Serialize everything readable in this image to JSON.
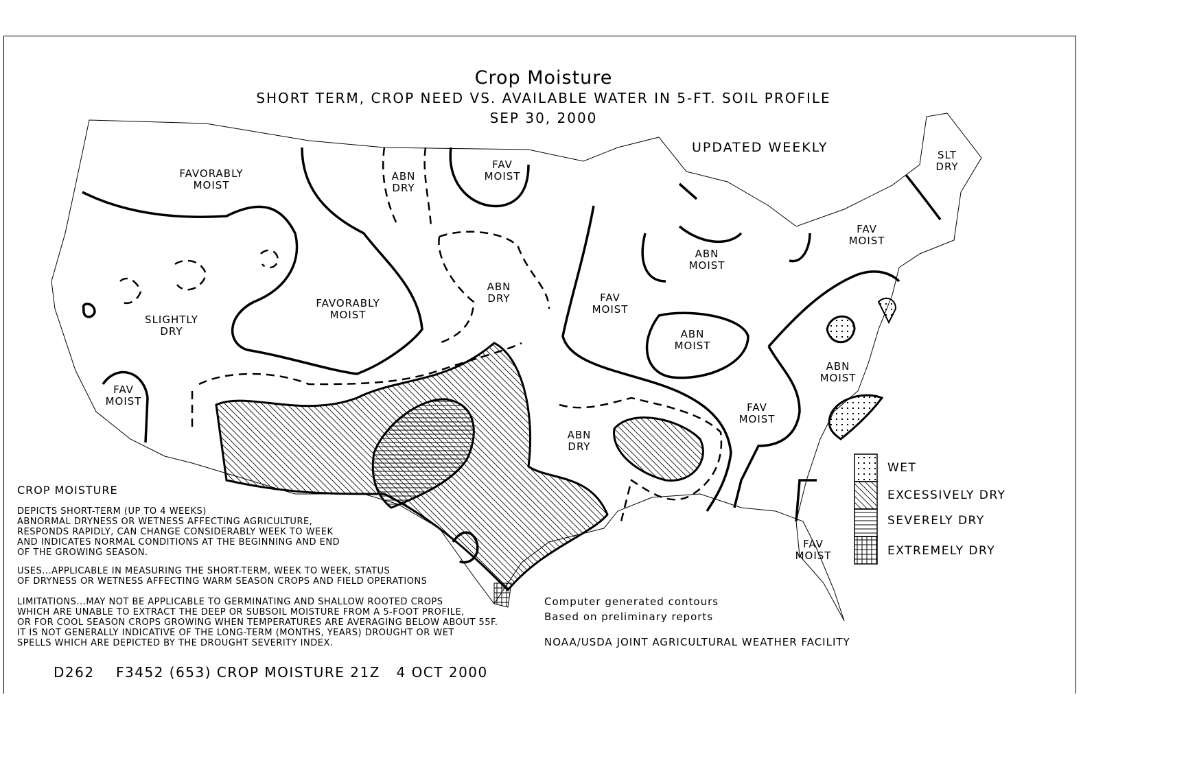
{
  "title": "Crop Moisture",
  "subtitle": "SHORT TERM, CROP NEED VS. AVAILABLE WATER IN 5-FT. SOIL PROFILE",
  "date": "SEP 30, 2000",
  "updated": "UPDATED WEEKLY",
  "regions": [
    {
      "l1": "FAVORABLY",
      "l2": "MOIST"
    },
    {
      "l1": "ABN",
      "l2": "DRY"
    },
    {
      "l1": "FAV",
      "l2": "MOIST"
    },
    {
      "l1": "SLT",
      "l2": "DRY"
    },
    {
      "l1": "FAV",
      "l2": "MOIST"
    },
    {
      "l1": "ABN",
      "l2": "MOIST"
    },
    {
      "l1": "ABN",
      "l2": "DRY"
    },
    {
      "l1": "FAVORABLY",
      "l2": "MOIST"
    },
    {
      "l1": "FAV",
      "l2": "MOIST"
    },
    {
      "l1": "SLIGHTLY",
      "l2": "DRY"
    },
    {
      "l1": "ABN",
      "l2": "MOIST"
    },
    {
      "l1": "ABN",
      "l2": "MOIST"
    },
    {
      "l1": "FAV",
      "l2": "MOIST"
    },
    {
      "l1": "FAV",
      "l2": "MOIST"
    },
    {
      "l1": "ABN",
      "l2": "DRY"
    },
    {
      "l1": "FAV",
      "l2": "MOIST"
    }
  ],
  "legend": [
    {
      "label": "WET",
      "pattern": "dots"
    },
    {
      "label": "EXCESSIVELY DRY",
      "pattern": "diagonal"
    },
    {
      "label": "SEVERELY DRY",
      "pattern": "horizontal"
    },
    {
      "label": "EXTREMELY DRY",
      "pattern": "grid"
    }
  ],
  "notes": {
    "heading": "CROP MOISTURE",
    "depicts": [
      "DEPICTS SHORT-TERM (UP TO 4 WEEKS)",
      "ABNORMAL DRYNESS OR WETNESS AFFECTING AGRICULTURE,",
      "RESPONDS RAPIDLY, CAN CHANGE CONSIDERABLY WEEK TO WEEK",
      "AND INDICATES NORMAL CONDITIONS AT THE BEGINNING AND END",
      "OF THE GROWING SEASON."
    ],
    "uses": [
      "USES...APPLICABLE IN MEASURING THE SHORT-TERM, WEEK TO WEEK, STATUS",
      "OF DRYNESS OR WETNESS AFFECTING WARM SEASON CROPS AND FIELD OPERATIONS"
    ],
    "limitations": [
      "LIMITATIONS...MAY NOT BE APPLICABLE TO GERMINATING AND SHALLOW ROOTED CROPS",
      "WHICH ARE UNABLE TO EXTRACT THE DEEP OR SUBSOIL MOISTURE FROM A 5-FOOT PROFILE,",
      "OR FOR COOL SEASON CROPS GROWING WHEN TEMPERATURES ARE AVERAGING BELOW ABOUT 55F.",
      "IT IS NOT GENERALLY INDICATIVE OF THE LONG-TERM (MONTHS, YEARS) DROUGHT OR WET",
      "SPELLS WHICH ARE DEPICTED BY THE DROUGHT SEVERITY INDEX."
    ]
  },
  "credits": {
    "line1": "Computer generated contours",
    "line2": "Based on preliminary reports",
    "line3": "NOAA/USDA JOINT AGRICULTURAL WEATHER FACILITY"
  },
  "footer": "D262    F3452 (653) CROP MOISTURE 21Z   4 OCT 2000"
}
